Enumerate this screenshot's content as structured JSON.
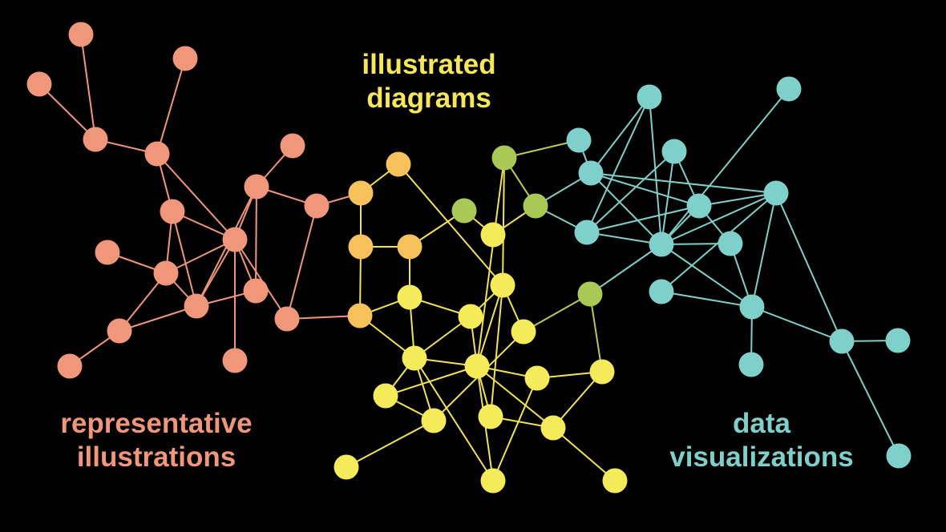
{
  "groups": {
    "representative": {
      "line1": "representative",
      "line2": "illustrations",
      "color": "#F0967A"
    },
    "illustrated": {
      "line1": "illustrated",
      "line2": "diagrams",
      "color": "#F5E65A"
    },
    "data": {
      "line1": "data",
      "line2": "visualizations",
      "color": "#7FCFCB"
    }
  },
  "node_colors": {
    "salmon": "#F0967A",
    "orange": "#F7C25C",
    "yellow": "#F5EB5A",
    "green": "#A9C956",
    "teal": "#7FCFCB"
  },
  "edge_colors": {
    "salmon": "#F0967A",
    "yellow": "#F2E25A",
    "green": "#B5CD58",
    "teal": "#7FCFCB"
  }
}
